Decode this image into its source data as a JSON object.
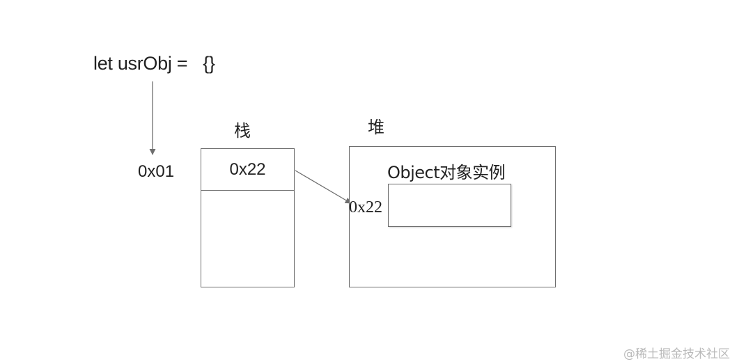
{
  "code": {
    "declaration": "let usrObj =",
    "value": "{}"
  },
  "variable_address": "0x01",
  "stack": {
    "label": "栈",
    "cell_value": "0x22"
  },
  "heap": {
    "label": "堆",
    "object_title": "Object对象实例",
    "object_address": "0x22"
  },
  "watermark": "@稀土掘金技术社区",
  "colors": {
    "line": "#6e6e6e",
    "text": "#222222",
    "watermark": "#b9b9b9"
  }
}
